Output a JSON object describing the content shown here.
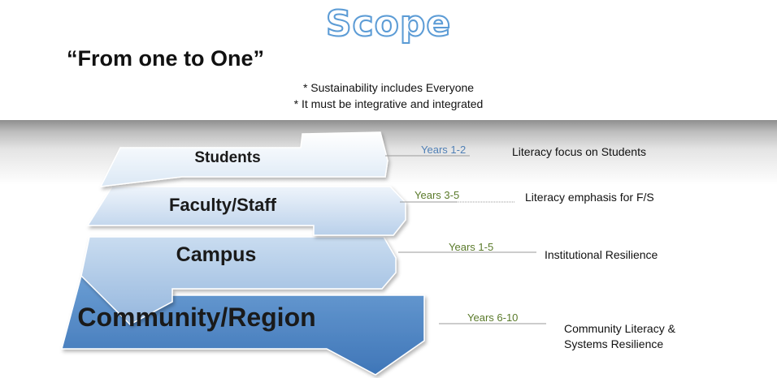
{
  "slide": {
    "title": "Scope",
    "subtitle": "“From one to One”",
    "bullets": [
      "* Sustainability includes Everyone",
      "* It must be integrative and integrated"
    ]
  },
  "levels": [
    {
      "label": "Students",
      "years": "Years 1-2",
      "description": "Literacy focus on Students"
    },
    {
      "label": "Faculty/Staff",
      "years": "Years 3-5",
      "description": "Literacy emphasis for F/S"
    },
    {
      "label": "Campus",
      "years": "Years 1-5",
      "description": "Institutional Resilience"
    },
    {
      "label": "Community/Region",
      "years": "Years 6-10",
      "description_line1": "Community Literacy &",
      "description_line2": "Systems Resilience"
    }
  ],
  "colors": {
    "title_outline": "#5b9bd5",
    "arrow_light": "#e8f1fa",
    "arrow_mid": "#b8d0ea",
    "arrow_dark": "#4f86c6"
  }
}
